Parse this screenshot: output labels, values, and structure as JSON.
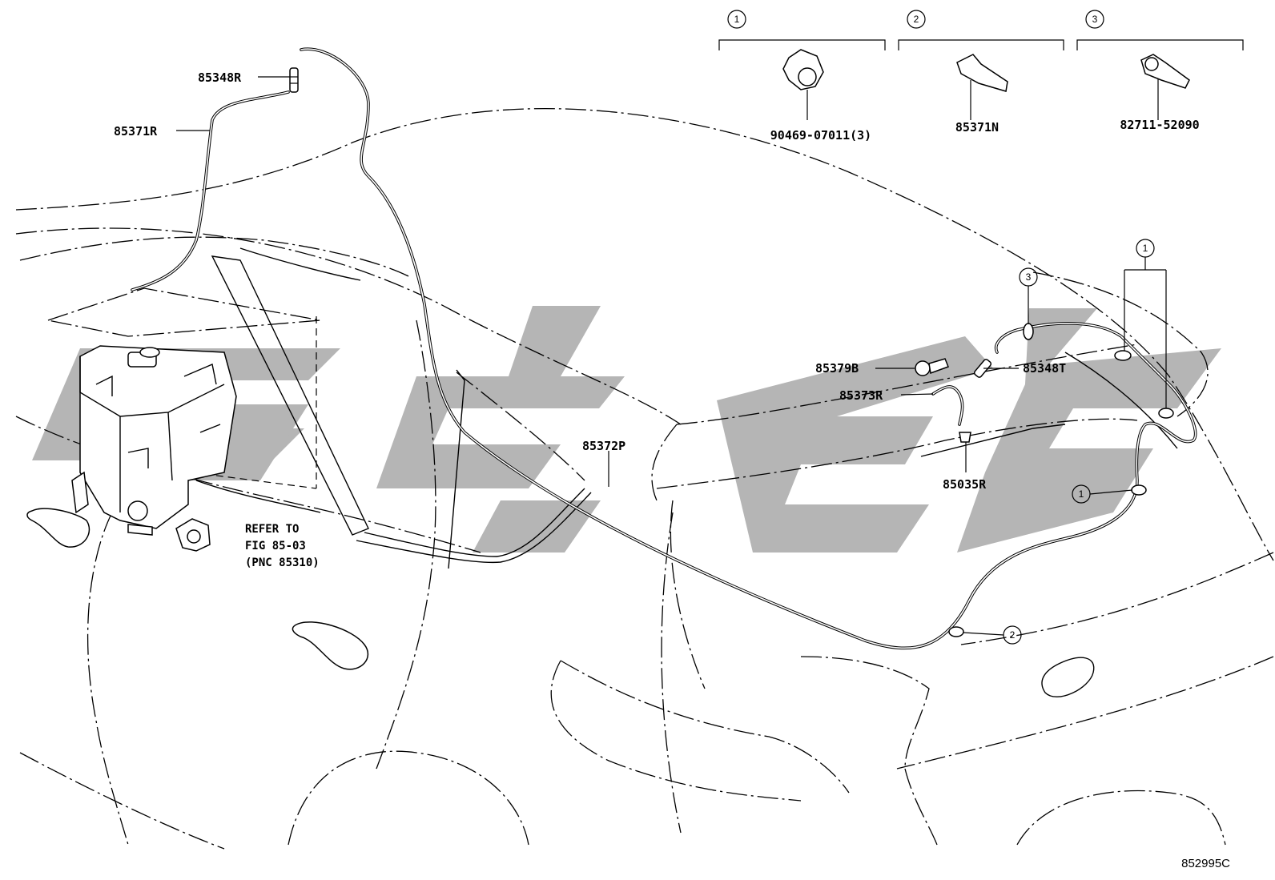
{
  "legend": [
    {
      "number": "1",
      "part_code": "90469-07011(3)"
    },
    {
      "number": "2",
      "part_code": "85371N"
    },
    {
      "number": "3",
      "part_code": "82711-52090"
    }
  ],
  "parts": {
    "p85348R": "85348R",
    "p85371R": "85371R",
    "p85372P": "85372P",
    "p85379B": "85379B",
    "p85348T": "85348T",
    "p85373R": "85373R",
    "p85035R": "85035R"
  },
  "callouts": {
    "c3": "3",
    "c1_pair": "1",
    "c1_lower": "1",
    "c2": "2"
  },
  "reference_note": {
    "line1": "REFER TO",
    "line2": "FIG 85-03",
    "line3": "(PNC 85310)"
  },
  "figure_code": "852995C"
}
